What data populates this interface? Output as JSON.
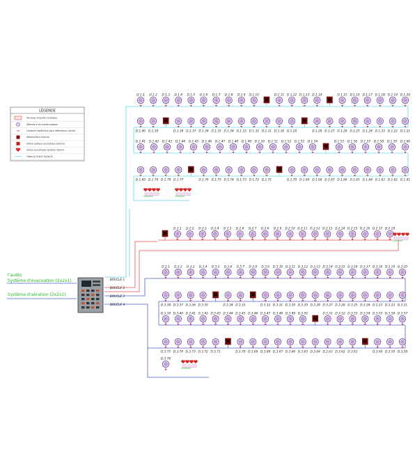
{
  "legend": {
    "title": "LÉGENDE",
    "items": [
      {
        "icon": "panel",
        "text": "Panneau Incendie insérable"
      },
      {
        "icon": "detector",
        "text": "Détecteur de fumée optique"
      },
      {
        "icon": "indicator",
        "text": "Lanterne répétitrice pour détecteurs cachés"
      },
      {
        "icon": "callpoint",
        "text": "Déclencheur manuel"
      },
      {
        "icon": "sounder-ext",
        "text": "Sirène optique acoustique externe"
      },
      {
        "icon": "sounder-int",
        "text": "Sirène acoustique optique interne"
      },
      {
        "icon": "cable",
        "text": "Câble (J)-Y(st)Y 2x2x0,8"
      }
    ]
  },
  "panel": {
    "inputs": [
      "l'audio",
      "Système d'évacuation (2x2x1)",
      "Système d'aération (2x2x1)"
    ],
    "loops": [
      "BOUCLE 1",
      "BOUCLE 2",
      "BOUCLE 3",
      "BOUCLE 4"
    ]
  },
  "colors": {
    "loop1": "#5fd7e6",
    "loop2": "#e45050",
    "loop34": "#4a5fd0",
    "device": "#7a4aa0",
    "callpoint": "#8b1010",
    "green": "#22bb22"
  },
  "loop1_rows": [
    [
      "D.1.1",
      "D.1.2",
      "D.1.3",
      "D.1.4",
      "D.1.5",
      "D.1.6",
      "D.1.7",
      "D.1.8",
      "D.1.9",
      "D.1.10",
      "",
      "D.1.11",
      "D.1.12",
      "D.1.13",
      "D.1.14",
      "",
      "D.1.15",
      "D.1.16",
      "D.1.17",
      "D.1.18",
      "D.1.19",
      "D.1.20"
    ],
    [
      "D.1.40",
      "D.1.39",
      "",
      "D.1.38",
      "D.1.37",
      "D.1.36",
      "D.1.35",
      "D.1.34",
      "D.1.33",
      "D.1.32",
      "D.1.31",
      "D.1.30",
      "D.1.29",
      "",
      "D.1.28",
      "D.1.27",
      "D.1.26",
      "D.1.25",
      "D.1.24",
      "D.1.23",
      "D.1.22",
      "D.1.21"
    ],
    [
      "D.1.41",
      "D.1.42",
      "D.1.43",
      "D.1.44",
      "D.1.45",
      "D.1.46",
      "D.1.47",
      "D.1.48",
      "D.1.49",
      "D.1.50",
      "D.1.51",
      "D.1.52",
      "D.1.53",
      "D.1.54",
      "",
      "D.1.55",
      "D.1.56",
      "D.1.57",
      "D.1.58",
      "D.1.59",
      "D.1.60"
    ],
    [
      "D.1.80",
      "D.1.79",
      "D.1.78",
      "D.1.77",
      "",
      "D.1.76",
      "D.1.75",
      "D.1.74",
      "D.1.73",
      "D.1.72",
      "D.1.71",
      "",
      "D.1.70",
      "D.1.69",
      "D.1.68",
      "D.1.67",
      "D.1.66",
      "D.1.65",
      "D.1.64",
      "D.1.63",
      "D.1.62",
      "D.1.61"
    ]
  ],
  "loop2_row": [
    "",
    "D.2.1",
    "D.2.2",
    "D.2.3",
    "D.2.4",
    "D.2.5",
    "D.2.6",
    "D.2.7",
    "D.2.8",
    "D.2.9",
    "D.2.10",
    "D.2.11",
    "D.2.12",
    "D.2.13",
    "D.2.14",
    "D.2.15",
    "D.2.16",
    "D.2.17",
    "D.2.18"
  ],
  "loop3_rows": [
    [
      "D.3.1",
      "D.3.2",
      "D.3.3",
      "D.3.4",
      "D.3.5",
      "D.3.6",
      "D.3.7",
      "D.3.8",
      "D.3.9",
      "D.3.10",
      "D.3.11",
      "D.3.12",
      "D.3.13",
      "D.3.14",
      "D.3.15",
      "D.3.16",
      "D.3.17",
      "D.3.18",
      "D.3.19",
      "D.3.20"
    ],
    [
      "D.3.38",
      "D.3.37",
      "D.3.36",
      "D.3.35",
      "",
      "D.3.34",
      "D.3.33",
      "",
      "D.3.32",
      "D.3.31",
      "D.3.30",
      "D.3.29",
      "D.3.28",
      "D.3.27",
      "D.3.26",
      "D.3.25",
      "D.3.24",
      "D.3.23",
      "D.3.22",
      "D.3.21"
    ],
    [
      "D.3.39",
      "D.3.40",
      "D.3.41",
      "D.3.42",
      "D.3.43",
      "D.3.44",
      "D.3.45",
      "D.3.46",
      "D.3.47",
      "D.3.48",
      "D.3.49",
      "D.3.50",
      "",
      "D.3.51",
      "D.3.52",
      "D.3.53",
      "D.3.54",
      "D.3.55",
      "D.3.56",
      "D.3.57"
    ],
    [
      "D.3.75",
      "D.3.74",
      "D.3.73",
      "D.3.72",
      "D.3.71",
      "",
      "D.3.70",
      "D.3.69",
      "D.3.68",
      "D.3.67",
      "D.3.66",
      "D.3.65",
      "D.3.64",
      "D.3.63",
      "D.3.62",
      "D.3.61",
      "",
      "D.3.60",
      "D.3.59",
      "D.3.58"
    ],
    [
      "D.3.76"
    ]
  ]
}
